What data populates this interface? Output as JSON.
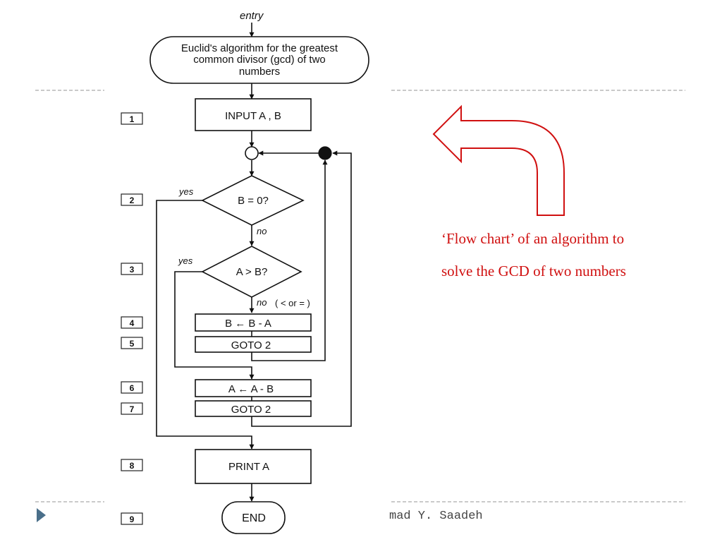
{
  "flowchart": {
    "entry_label": "entry",
    "title_lines": [
      "Euclid's algorithm for the greatest",
      "common divisor (gcd) of two",
      "numbers"
    ],
    "steps": {
      "input": "INPUT A , B",
      "test_b_zero": "B = 0?",
      "test_a_gt_b": "A > B?",
      "b_minus_a": "B ← B - A",
      "goto_2_first": "GOTO 2",
      "a_minus_b": "A ← A - B",
      "goto_2_second": "GOTO 2",
      "print": "PRINT A",
      "end": "END"
    },
    "branch_labels": {
      "yes_b_zero": "yes",
      "no_b_zero": "no",
      "yes_a_gt_b": "yes",
      "no_a_gt_b": "no",
      "no_a_gt_b_note": "( < or = )"
    },
    "step_numbers": [
      "1",
      "2",
      "3",
      "4",
      "5",
      "6",
      "7",
      "8",
      "9"
    ]
  },
  "caption": {
    "line1": "‘Flow chart’ of an algorithm to",
    "line2": "solve the GCD of two numbers"
  },
  "footer": {
    "author_fragment": "mad Y. Saadeh"
  },
  "colors": {
    "accent_red": "#d01010",
    "slide_triangle": "#4a6f8a",
    "dashed_rule": "#aaaaaa"
  },
  "icons": {
    "curved_arrow": "curved-arrow-left-icon",
    "slide_marker": "play-triangle-icon"
  }
}
